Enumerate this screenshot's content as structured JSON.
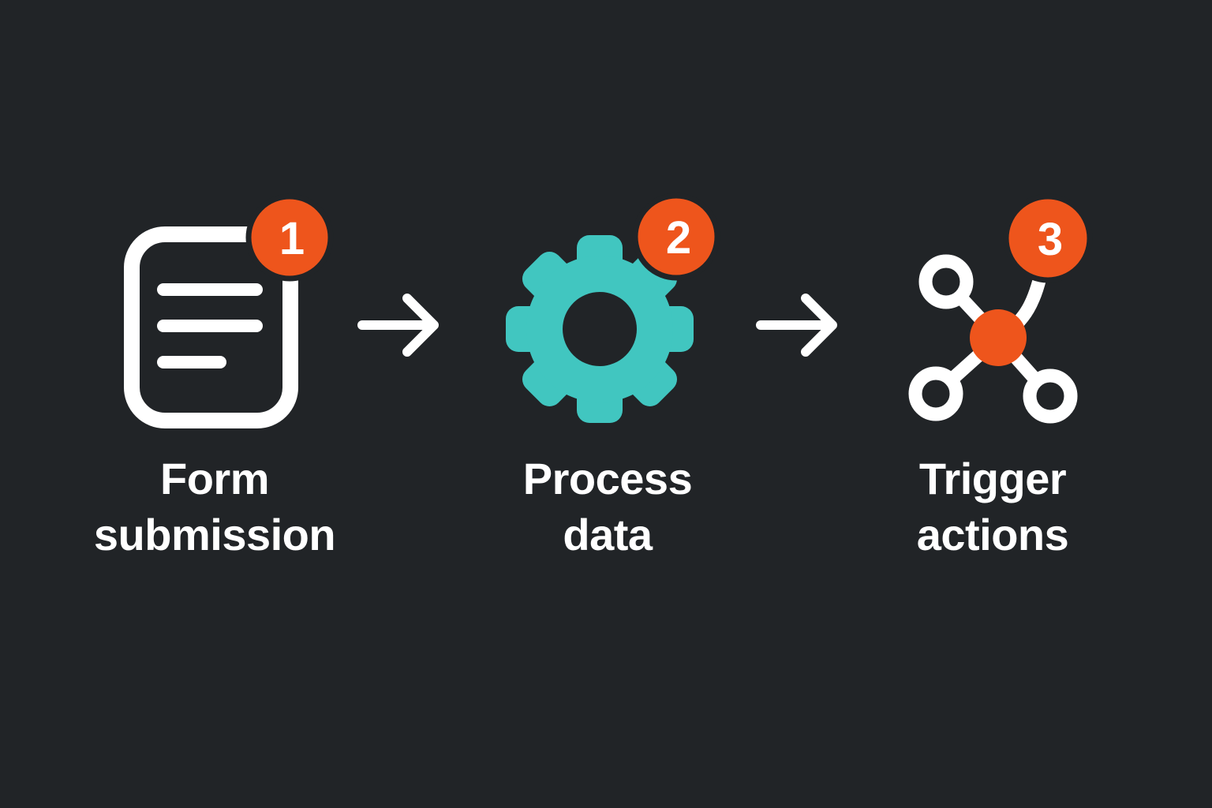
{
  "diagram": {
    "type": "workflow-steps",
    "description": "Three-step flow illustration",
    "steps": [
      {
        "number": "1",
        "label_line1": "Form",
        "label_line2": "submission",
        "icon": "document-icon"
      },
      {
        "number": "2",
        "label_line1": "Process",
        "label_line2": "data",
        "icon": "gear-icon"
      },
      {
        "number": "3",
        "label_line1": "Trigger",
        "label_line2": "actions",
        "icon": "network-icon"
      }
    ],
    "connector_icon": "arrow-right-icon",
    "colors": {
      "background": "#212427",
      "foreground": "#ffffff",
      "badge_orange": "#ee551c",
      "gear_teal": "#41c6c0"
    }
  }
}
